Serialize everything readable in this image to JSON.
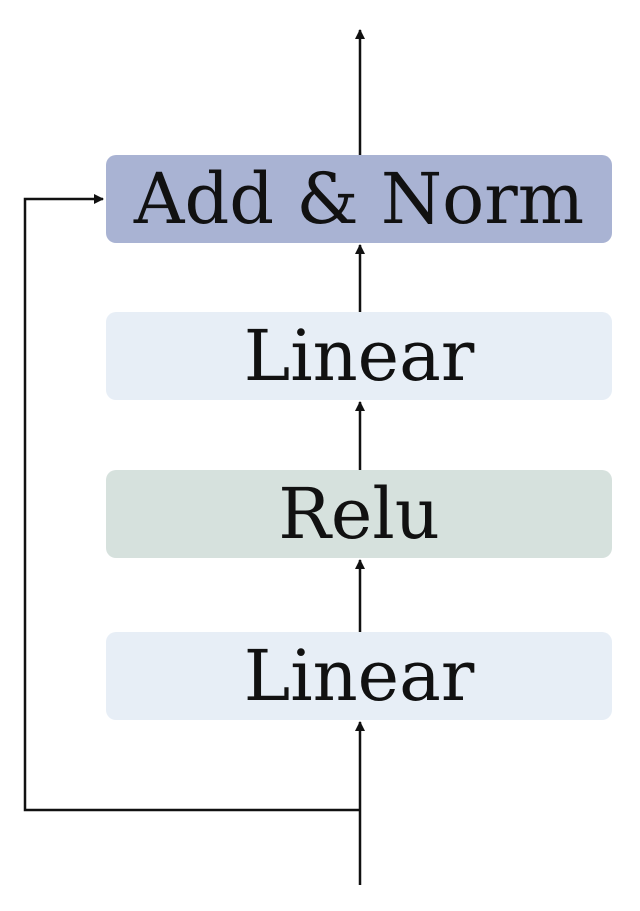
{
  "blocks": {
    "add_norm": {
      "label": "Add & Norm",
      "color": "#a9b3d3"
    },
    "linear_top": {
      "label": "Linear",
      "color": "#e7eef6"
    },
    "relu": {
      "label": "Relu",
      "color": "#d6e1dd"
    },
    "linear_bottom": {
      "label": "Linear",
      "color": "#e7eef6"
    }
  },
  "connector_color": "#111111"
}
